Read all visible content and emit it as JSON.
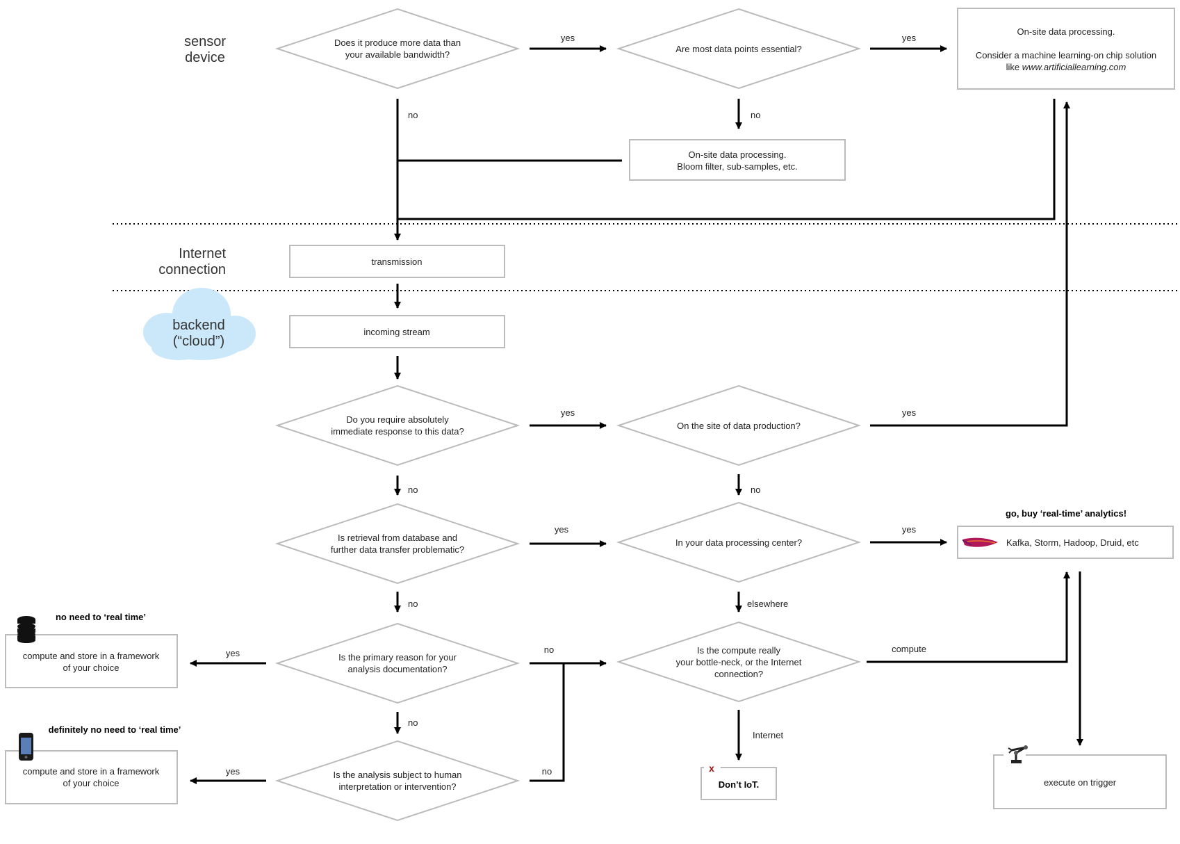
{
  "lanes": {
    "sensor": [
      "sensor",
      "device"
    ],
    "internet": [
      "Internet",
      "connection"
    ],
    "backend": [
      "backend",
      "(“cloud”)"
    ]
  },
  "nodes": {
    "q_bandwidth": [
      "Does it produce more data than",
      "your available bandwidth?"
    ],
    "q_essential": [
      "Are most data points essential?"
    ],
    "onsite_ml": [
      "On-site data processing.",
      "",
      "Consider a machine learning-on chip solution"
    ],
    "onsite_ml_url_prefix": "like ",
    "onsite_ml_url": "www.artificiallearning.com",
    "onsite_bloom": [
      "On-site data processing.",
      "Bloom filter, sub-samples, etc."
    ],
    "transmission": [
      "transmission"
    ],
    "incoming": [
      "incoming stream"
    ],
    "q_immediate": [
      "Do you require absolutely",
      "immediate response to this data?"
    ],
    "q_site": [
      "On the site of data production?"
    ],
    "q_retrieval": [
      "Is retrieval from database and",
      "further data transfer problematic?"
    ],
    "q_center": [
      "In your data processing center?"
    ],
    "realtime": [
      "Kafka, Storm, Hadoop, Druid, etc"
    ],
    "realtime_title": "go, buy ‘real-time’ analytics!",
    "q_documentation": [
      "Is the primary reason for your",
      "analysis documentation?"
    ],
    "q_bottleneck": [
      "Is the compute really",
      "your bottle-neck, or the Internet",
      "connection?"
    ],
    "q_human": [
      "Is the analysis subject to human",
      "interpretation or intervention?"
    ],
    "store1": [
      "compute and store in a framework",
      "of your choice"
    ],
    "store1_title": "no need to ‘real time’",
    "store2": [
      "compute and store in a framework",
      "of your choice"
    ],
    "store2_title": "definitely no need to ‘real time’",
    "dont_iot": [
      "Don’t IoT."
    ],
    "dont_mark": "x",
    "trigger": [
      "execute on trigger"
    ]
  },
  "edge_labels": {
    "bandwidth_yes": "yes",
    "bandwidth_no": "no",
    "essential_yes": "yes",
    "essential_no": "no",
    "immediate_yes": "yes",
    "immediate_no": "no",
    "site_yes": "yes",
    "site_no": "no",
    "retrieval_yes": "yes",
    "retrieval_no": "no",
    "center_yes": "yes",
    "center_elsewhere": "elsewhere",
    "doc_yes": "yes",
    "doc_no": "no",
    "doc_right_no": "no",
    "bottleneck_compute": "compute",
    "bottleneck_internet": "Internet",
    "human_yes": "yes",
    "human_no": "no"
  },
  "icons": {
    "database": "database-icon",
    "phone": "phone-icon",
    "feather": "apache-feather-icon",
    "robot_arm": "robot-arm-icon",
    "cloud": "cloud-icon"
  },
  "colors": {
    "cloud": "#cbe8fa",
    "dont_mark": "#a01010"
  }
}
